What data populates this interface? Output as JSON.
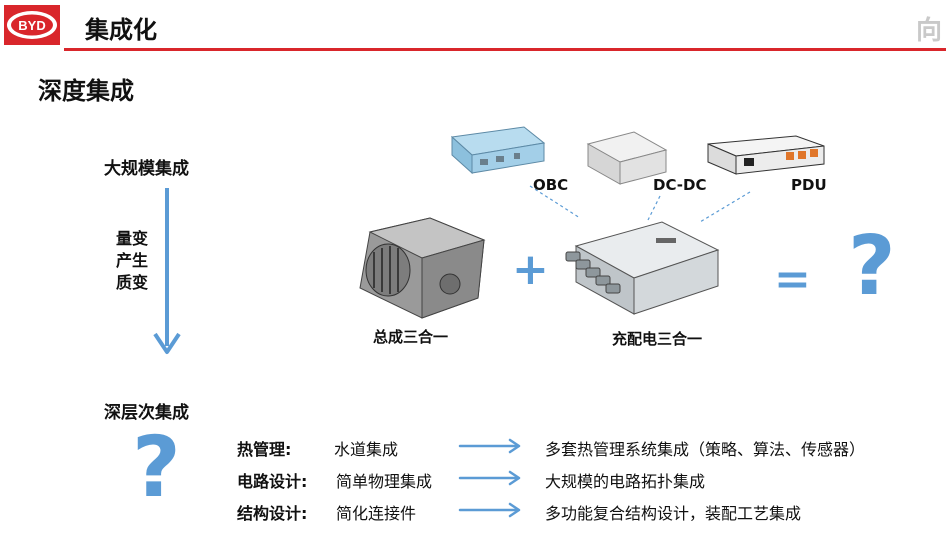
{
  "header": {
    "logo_text": "BYD",
    "title": "集成化",
    "watermark": "向"
  },
  "subtitle": "深度集成",
  "left_column": {
    "top_label": "大规模集成",
    "middle_lines": [
      "量变",
      "产生",
      "质变"
    ],
    "bottom_label": "深层次集成",
    "question": "?"
  },
  "components": {
    "obc": "OBC",
    "dcdc": "DC-DC",
    "pdu": "PDU",
    "motor": "总成三合一",
    "charger": "充配电三合一",
    "plus": "+",
    "equals": "=",
    "question": "?"
  },
  "rows": [
    {
      "key": "热管理:",
      "current": "水道集成",
      "future": "多套热管理系统集成（策略、算法、传感器）"
    },
    {
      "key": "电路设计:",
      "current": "简单物理集成",
      "future": "大规模的电路拓扑集成"
    },
    {
      "key": "结构设计:",
      "current": "简化连接件",
      "future": "多功能复合结构设计，装配工艺集成"
    }
  ],
  "colors": {
    "accent": "#5b9bd5",
    "brand_red": "#d9262b"
  }
}
